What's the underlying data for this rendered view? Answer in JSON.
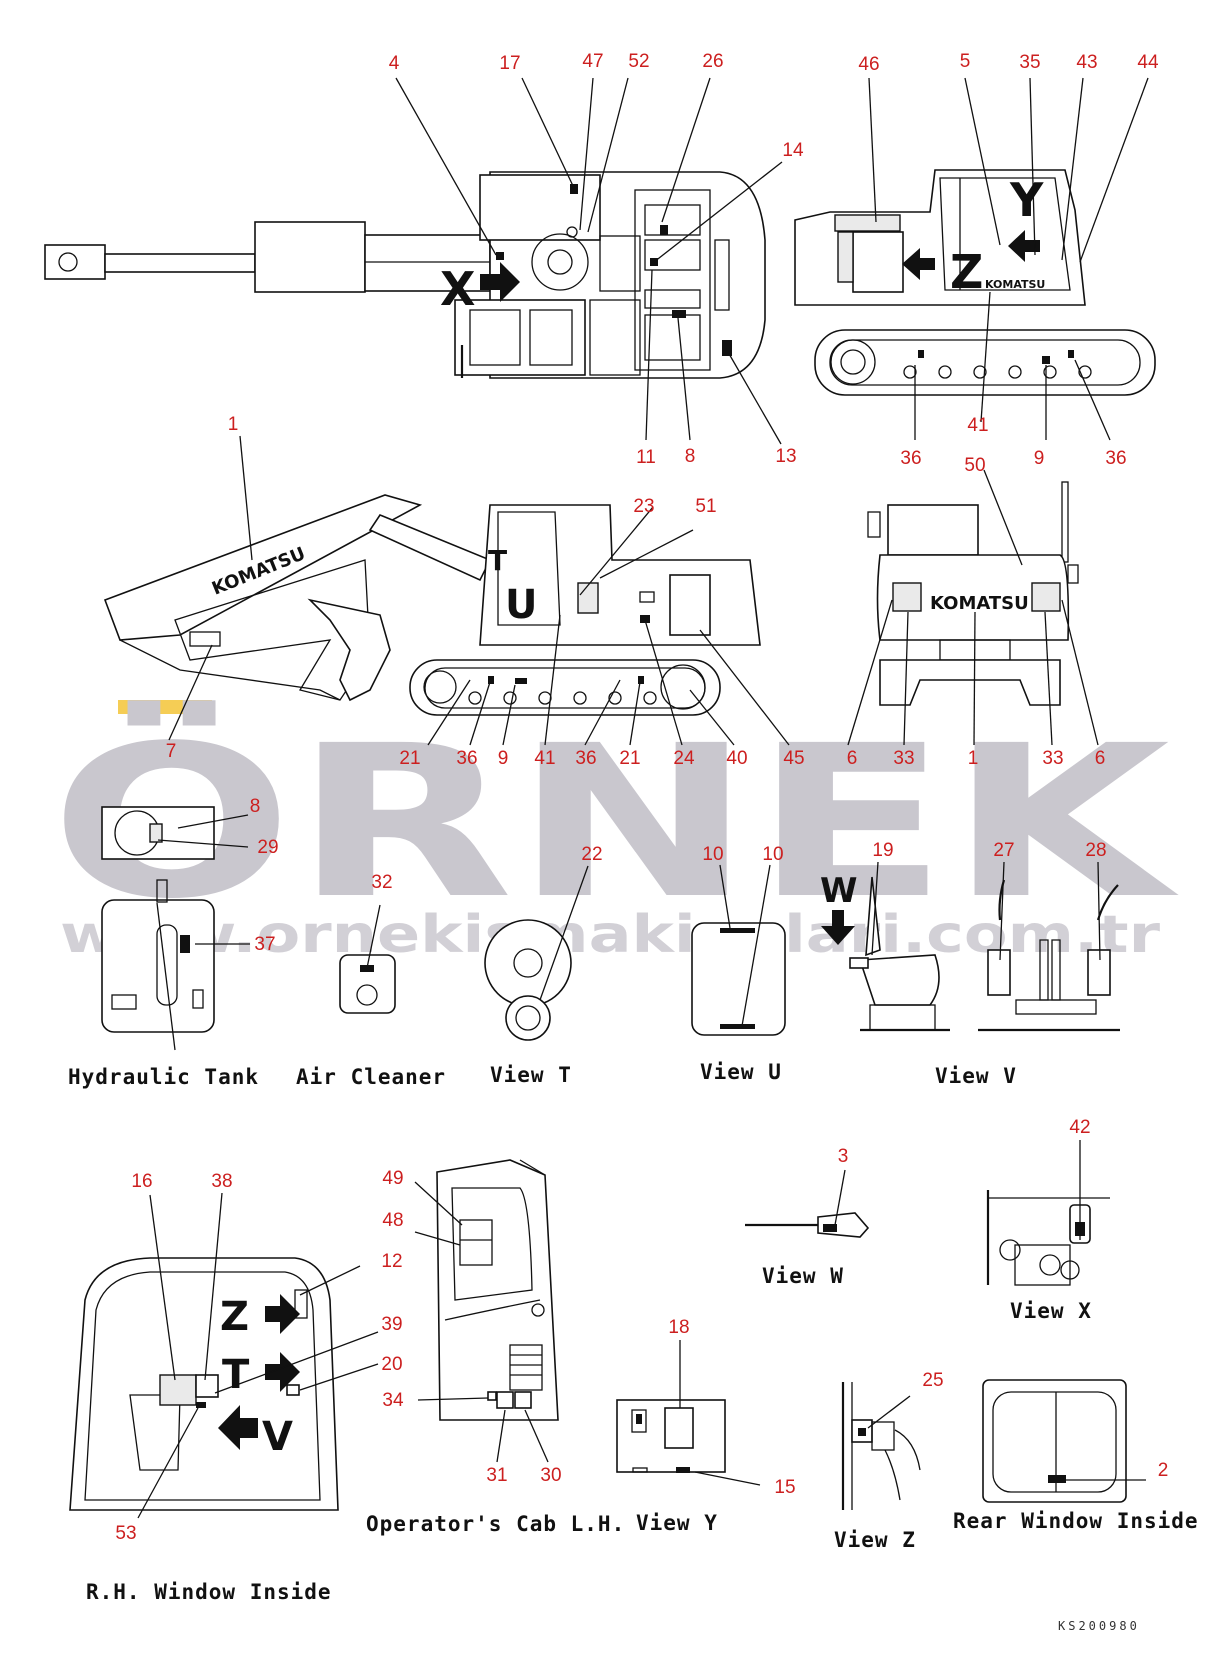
{
  "figure_code": "KS200980",
  "watermark": {
    "brand": "ÖRNEK",
    "url": "www.ornekismakinalari.com.tr"
  },
  "decal_letters": [
    "X",
    "Y",
    "Z",
    "U",
    "W",
    "T",
    "V"
  ],
  "brand_on_machine": "KOMATSU",
  "captions": {
    "hydraulic_tank": "Hydraulic Tank",
    "air_cleaner": "Air Cleaner",
    "view_t": "View T",
    "view_u": "View U",
    "view_v": "View V",
    "view_w": "View W",
    "view_x": "View X",
    "operator_cab": "Operator's Cab L.H.",
    "view_y": "View Y",
    "view_z": "View Z",
    "rear_window": "Rear Window Inside",
    "rh_window": "R.H. Window Inside"
  },
  "callouts": {
    "top_view": [
      "4",
      "17",
      "47",
      "52",
      "26",
      "14",
      "11",
      "8",
      "13"
    ],
    "rear_side_view": [
      "46",
      "5",
      "35",
      "43",
      "44",
      "41",
      "36",
      "9",
      "36"
    ],
    "side_view": [
      "1",
      "7",
      "23",
      "51",
      "21",
      "36",
      "9",
      "41",
      "36",
      "21",
      "24",
      "40",
      "45"
    ],
    "rear_view": [
      "50",
      "6",
      "33",
      "1",
      "33",
      "6"
    ],
    "hydraulic_tank": [
      "8",
      "29",
      "37"
    ],
    "air_cleaner": [
      "32"
    ],
    "view_t": [
      "22"
    ],
    "view_u": [
      "10",
      "10"
    ],
    "view_v": [
      "19",
      "27",
      "28"
    ],
    "view_w": [
      "3"
    ],
    "view_x": [
      "42"
    ],
    "rh_window": [
      "16",
      "38",
      "12",
      "39",
      "20",
      "53"
    ],
    "operator_cab": [
      "49",
      "48",
      "34",
      "31",
      "30"
    ],
    "view_y": [
      "18",
      "15"
    ],
    "view_z": [
      "25"
    ],
    "rear_window": [
      "2"
    ]
  }
}
